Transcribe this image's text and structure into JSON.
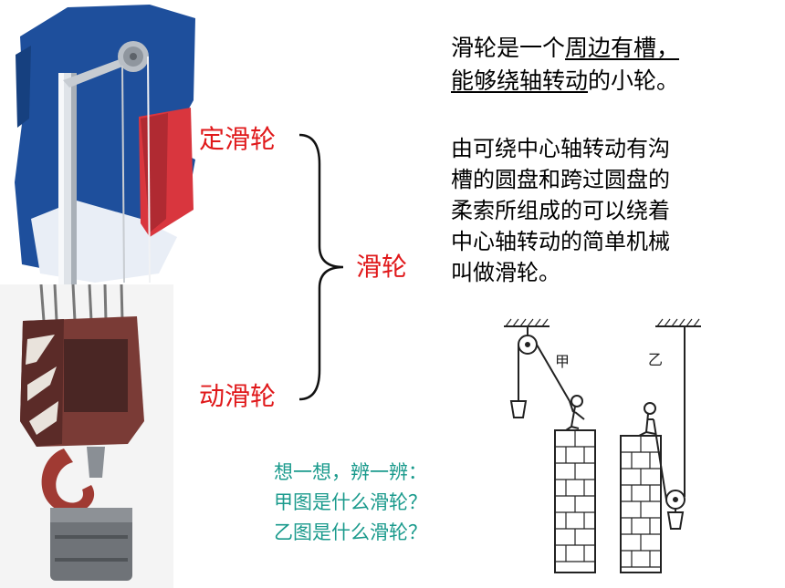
{
  "labels": {
    "fixed_pulley": "定滑轮",
    "movable_pulley": "动滑轮",
    "pulley": "滑轮"
  },
  "definition": {
    "line1_pre": "滑轮是一个",
    "line1_underlined": "周边有槽，",
    "line2_underlined": "能够绕轴转动",
    "line2_post": "的小轮。"
  },
  "description_lines": [
    "由可绕中心轴转动有沟",
    "槽的圆盘和跨过圆盘的",
    "柔索所组成的可以绕着",
    "中心轴转动的简单机械",
    "叫做滑轮。"
  ],
  "question_lines": [
    "想一想，辨一辨：",
    "甲图是什么滑轮？",
    "乙图是什么滑轮？"
  ],
  "diagram": {
    "label_jia": "甲",
    "label_yi": "乙"
  },
  "colors": {
    "red_label": "#e0191b",
    "question_text": "#1a9a8c",
    "flag_blue": "#1e4f9c",
    "flag_red": "#d9363e"
  }
}
